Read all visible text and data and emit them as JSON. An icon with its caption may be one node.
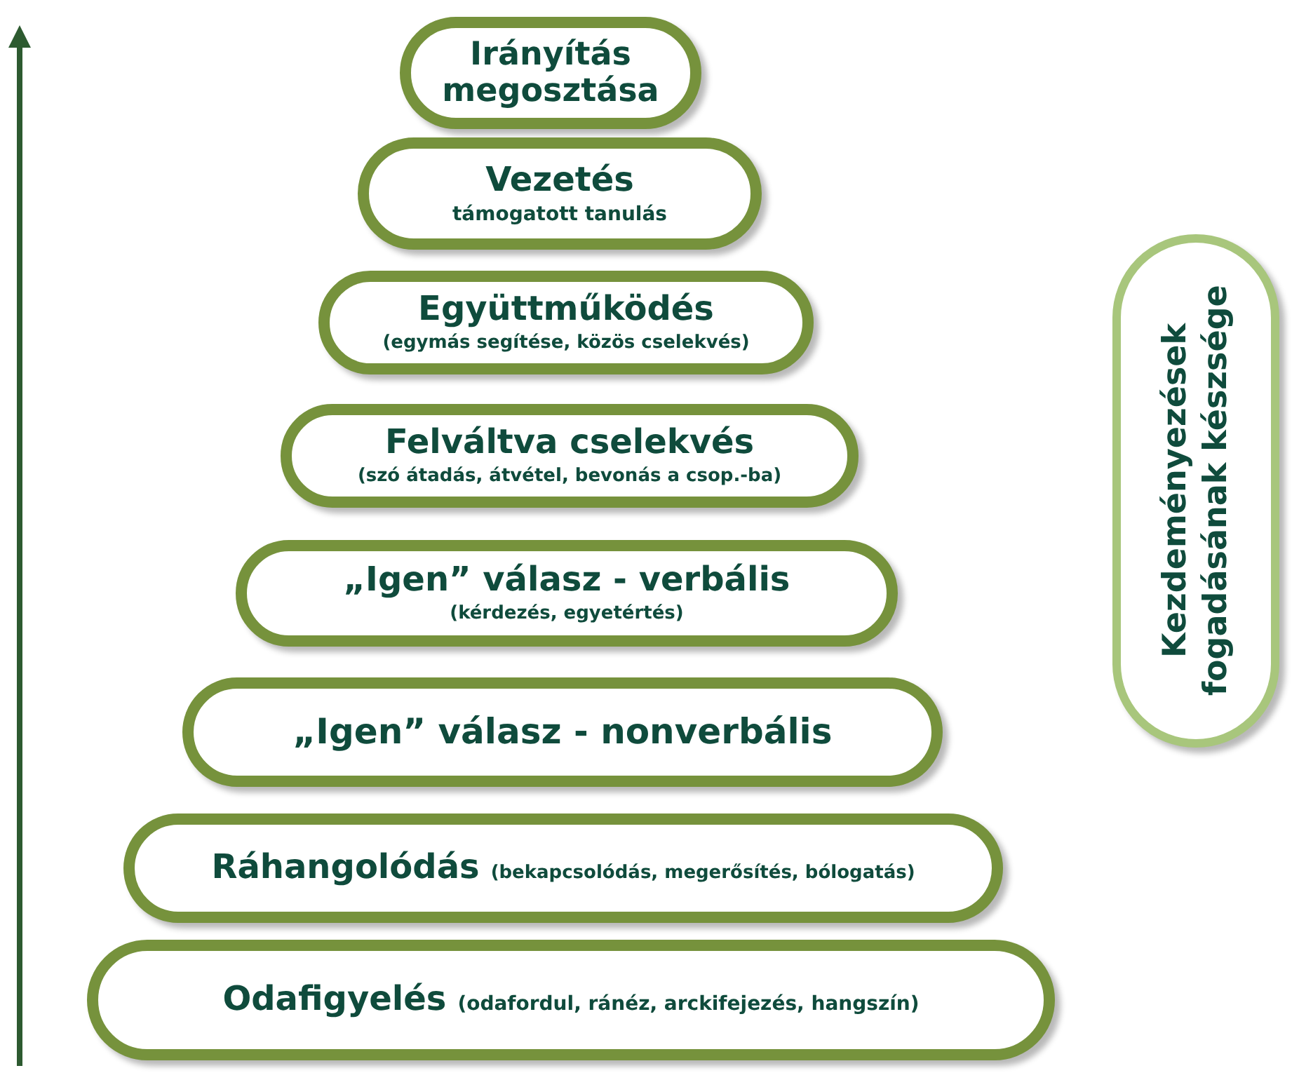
{
  "diagram": {
    "nodes": [
      {
        "text": [
          "Irányítás megosztása"
        ]
      },
      {
        "text": [
          "Vezetés",
          "támogatott tanulás"
        ]
      },
      {
        "text": [
          "Együttműködés",
          "(egymás segítése, közös cselekvés)"
        ]
      },
      {
        "text": [
          "Felváltva cselekvés",
          "(szó átadás, átvétel, bevonás a csop.-ba)"
        ]
      },
      {
        "text": [
          "„Igen” válasz - verbális",
          "(kérdezés, egyetértés)"
        ]
      },
      {
        "text": [
          "„Igen” válasz - nonverbális"
        ]
      },
      {
        "text": [
          "Ráhangolódás",
          "(bekapcsolódás, megerősítés, bólogatás)"
        ]
      },
      {
        "text": [
          "Odafigyelés",
          "(odafordul, ránéz, arckifejezés, hangszín)"
        ]
      },
      {
        "text": [
          "Kezdeményezések fogadásának készsége"
        ]
      }
    ]
  }
}
